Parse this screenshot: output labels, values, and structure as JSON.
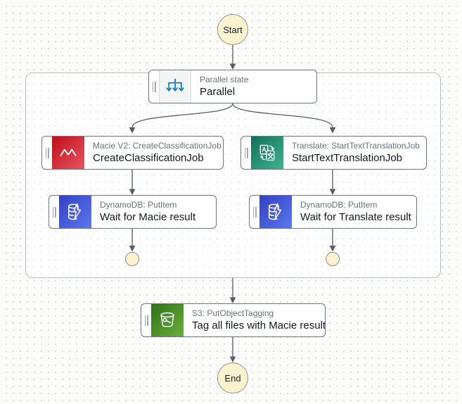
{
  "canvas": {
    "background": "#fbfbfa",
    "dot_color": "#dcdcda",
    "connector_color": "#565d66"
  },
  "terminals": {
    "start_label": "Start",
    "end_label": "End",
    "fill": "#fbf3cf",
    "border": "#8d9096"
  },
  "group": {
    "kind": "parallel-branches-container",
    "border": "#b7bcc2"
  },
  "states": {
    "parallel": {
      "title": "Parallel state",
      "name": "Parallel",
      "icon": "parallel-fork-icon",
      "accent": "#1f83bf"
    },
    "macie": {
      "title": "Macie V2: CreateClassificationJob",
      "name": "CreateClassificationJob",
      "icon": "macie-icon",
      "gradient": [
        "#bd0f1b",
        "#e9545d"
      ]
    },
    "translate": {
      "title": "Translate: StartTextTranslationJob",
      "name": "StartTextTranslationJob",
      "icon": "translate-icon",
      "gradient": [
        "#11705c",
        "#41b28d"
      ]
    },
    "dynamo_macie": {
      "title": "DynamoDB: PutItem",
      "name": "Wait for Macie result",
      "icon": "dynamodb-icon",
      "gradient": [
        "#3340c0",
        "#5a78f0"
      ]
    },
    "dynamo_translate": {
      "title": "DynamoDB: PutItem",
      "name": "Wait for Translate result",
      "icon": "dynamodb-icon",
      "gradient": [
        "#3340c0",
        "#5a78f0"
      ]
    },
    "s3": {
      "title": "S3: PutObjectTagging",
      "name": "Tag all files with Macie result",
      "icon": "s3-bucket-icon",
      "gradient": [
        "#2e7118",
        "#6cae3e"
      ]
    }
  }
}
